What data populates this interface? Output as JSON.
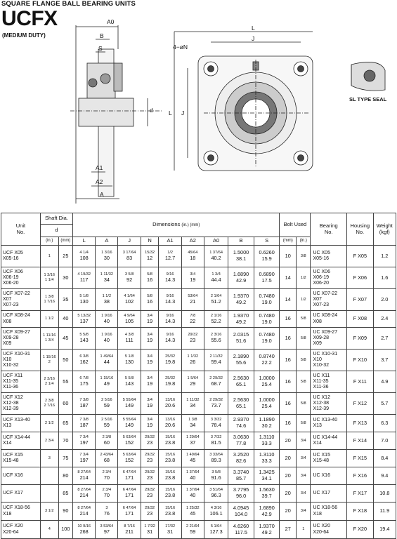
{
  "header": {
    "category": "SQUARE FLANGE BALL BEARING UNITS",
    "series": "UCFX",
    "duty": "(MEDIUM DUTY)",
    "seal_label": "SL TYPE SEAL"
  },
  "drawing_labels": {
    "A0": "A0",
    "B": "B",
    "S": "S",
    "A1": "A1",
    "A2": "A2",
    "A": "A",
    "d": "d",
    "L": "L",
    "J": "J",
    "N": "4−øN"
  },
  "table": {
    "headers": {
      "unit": "Unit",
      "unit_no": "No.",
      "shaft_dia": "Shaft Dia.",
      "shaft_d": "d",
      "dimensions": "Dimensions",
      "dim_unit": "(in.) (mm)",
      "bolt_used": "Bolt Used",
      "bearing": "Bearing",
      "bearing_no": "No.",
      "housing": "Housing",
      "housing_no": "No.",
      "weight": "Weight",
      "weight_unit": "(kgf)",
      "in": "(in.)",
      "mm": "(mm)",
      "cols": [
        "L",
        "A",
        "J",
        "N",
        "A1",
        "A2",
        "A0",
        "B",
        "S"
      ]
    },
    "rows": [
      {
        "unit": [
          "UCF X05",
          "X05-16"
        ],
        "d_in": [
          "",
          "1"
        ],
        "d_mm": "25",
        "L": [
          "4 1/4",
          "108"
        ],
        "A": [
          "1 3/16",
          "30"
        ],
        "J": [
          "3 17/64",
          "83"
        ],
        "N": [
          "15/32",
          "12"
        ],
        "A1": [
          "1/2",
          "12.7"
        ],
        "A2": [
          "45/64",
          "18"
        ],
        "A0": [
          "1 37/64",
          "40.2"
        ],
        "B": [
          "1.5000",
          "38.1"
        ],
        "S": [
          "0.6260",
          "15.9"
        ],
        "bolt_in": "",
        "bolt_mm": "10",
        "bolt_size": "3/8",
        "bearing": [
          "UC X05",
          "X05-16"
        ],
        "housing": "F X05",
        "weight": "1.2"
      },
      {
        "unit": [
          "UCF X06",
          "X06-19",
          "X06-20"
        ],
        "d_in": [
          "1 3/16",
          "1 1/4"
        ],
        "d_mm": "30",
        "L": [
          "4 19/32",
          "117"
        ],
        "A": [
          "1 11/32",
          "34"
        ],
        "J": [
          "3 5/8",
          "92"
        ],
        "N": [
          "5/8",
          "16"
        ],
        "A1": [
          "9/16",
          "14.3"
        ],
        "A2": [
          "3/4",
          "19"
        ],
        "A0": [
          "1 3/4",
          "44.4"
        ],
        "B": [
          "1.6890",
          "42.9"
        ],
        "S": [
          "0.6890",
          "17.5"
        ],
        "bolt_in": "",
        "bolt_mm": "14",
        "bolt_size": "1/2",
        "bearing": [
          "UC X06",
          "X06-19",
          "X06-20"
        ],
        "housing": "F X06",
        "weight": "1.6"
      },
      {
        "unit": [
          "UCF X07-22",
          "X07",
          "X07-23"
        ],
        "d_in": [
          "1 3/8",
          "1 7/16"
        ],
        "d_mm": "35",
        "L": [
          "5 1/8",
          "130"
        ],
        "A": [
          "1 1/2",
          "38"
        ],
        "J": [
          "4 1/64",
          "102"
        ],
        "N": [
          "5/8",
          "16"
        ],
        "A1": [
          "9/16",
          "14.3"
        ],
        "A2": [
          "53/64",
          "21"
        ],
        "A0": [
          "2 1/64",
          "51.2"
        ],
        "B": [
          "1.9370",
          "49.2"
        ],
        "S": [
          "0.7480",
          "19.0"
        ],
        "bolt_in": "",
        "bolt_mm": "14",
        "bolt_size": "1/2",
        "bearing": [
          "UC X07-22",
          "X07",
          "X07-23"
        ],
        "housing": "F X07",
        "weight": "2.0"
      },
      {
        "unit": [
          "UCF X08-24",
          "X08"
        ],
        "d_in": [
          "1 1/2",
          ""
        ],
        "d_mm": "40",
        "L": [
          "5 13/32",
          "137"
        ],
        "A": [
          "1 9/16",
          "40"
        ],
        "J": [
          "4 9/64",
          "105"
        ],
        "N": [
          "3/4",
          "19"
        ],
        "A1": [
          "9/16",
          "14.3"
        ],
        "A2": [
          "7/8",
          "22"
        ],
        "A0": [
          "2 1/16",
          "52.2"
        ],
        "B": [
          "1.9370",
          "49.2"
        ],
        "S": [
          "0.7480",
          "19.0"
        ],
        "bolt_in": "",
        "bolt_mm": "16",
        "bolt_size": "5/8",
        "bearing": [
          "UC X08-24",
          "X08"
        ],
        "housing": "F X08",
        "weight": "2.4"
      },
      {
        "unit": [
          "UCF X09-27",
          "X09-28",
          "X09"
        ],
        "d_in": [
          "1 11/16",
          "1 3/4"
        ],
        "d_mm": "45",
        "L": [
          "5 5/8",
          "143"
        ],
        "A": [
          "1 9/16",
          "40"
        ],
        "J": [
          "4 3/8",
          "111"
        ],
        "N": [
          "3/4",
          "19"
        ],
        "A1": [
          "9/16",
          "14.3"
        ],
        "A2": [
          "29/32",
          "23"
        ],
        "A0": [
          "2 3/16",
          "55.6"
        ],
        "B": [
          "2.0315",
          "51.6"
        ],
        "S": [
          "0.7480",
          "19.0"
        ],
        "bolt_in": "",
        "bolt_mm": "16",
        "bolt_size": "5/8",
        "bearing": [
          "UC X09-27",
          "X09-28",
          "X09"
        ],
        "housing": "F X09",
        "weight": "2.7"
      },
      {
        "unit": [
          "UCF X10-31",
          "X10",
          "X10-32"
        ],
        "d_in": [
          "1 15/16",
          "2"
        ],
        "d_mm": "50",
        "L": [
          "6 3/8",
          "162"
        ],
        "A": [
          "1 49/64",
          "44"
        ],
        "J": [
          "5 1/8",
          "130"
        ],
        "N": [
          "3/4",
          "19"
        ],
        "A1": [
          "25/32",
          "19.8"
        ],
        "A2": [
          "1 1/32",
          "26"
        ],
        "A0": [
          "2 11/32",
          "59.4"
        ],
        "B": [
          "2.1890",
          "55.6"
        ],
        "S": [
          "0.8740",
          "22.2"
        ],
        "bolt_in": "",
        "bolt_mm": "16",
        "bolt_size": "5/8",
        "bearing": [
          "UC X10-31",
          "X10",
          "X10-32"
        ],
        "housing": "F X10",
        "weight": "3.7"
      },
      {
        "unit": [
          "UCF X11",
          "X11-35",
          "X11-36"
        ],
        "d_in": [
          "2 3/16",
          "2 1/4"
        ],
        "d_mm": "55",
        "L": [
          "6 7/8",
          "175"
        ],
        "A": [
          "1 15/16",
          "49"
        ],
        "J": [
          "5 5/8",
          "143"
        ],
        "N": [
          "3/4",
          "19"
        ],
        "A1": [
          "25/32",
          "19.8"
        ],
        "A2": [
          "1 5/64",
          "29"
        ],
        "A0": [
          "2 29/32",
          "68.7"
        ],
        "B": [
          "2.5630",
          "65.1"
        ],
        "S": [
          "1.0000",
          "25.4"
        ],
        "bolt_in": "",
        "bolt_mm": "16",
        "bolt_size": "5/8",
        "bearing": [
          "UC X11",
          "X11-35",
          "X11-36"
        ],
        "housing": "F X11",
        "weight": "4.9"
      },
      {
        "unit": [
          "UCF X12",
          "X12-38",
          "X12-39"
        ],
        "d_in": [
          "2 3/8",
          "2 7/16"
        ],
        "d_mm": "60",
        "L": [
          "7 3/8",
          "187"
        ],
        "A": [
          "2 5/16",
          "59"
        ],
        "J": [
          "5 55/64",
          "149"
        ],
        "N": [
          "3/4",
          "19"
        ],
        "A1": [
          "13/16",
          "20.6"
        ],
        "A2": [
          "1 11/32",
          "34"
        ],
        "A0": [
          "2 29/32",
          "73.7"
        ],
        "B": [
          "2.5630",
          "65.1"
        ],
        "S": [
          "1.0000",
          "25.4"
        ],
        "bolt_in": "",
        "bolt_mm": "16",
        "bolt_size": "5/8",
        "bearing": [
          "UC X12",
          "X12-38",
          "X12-39"
        ],
        "housing": "F X12",
        "weight": "5.7"
      },
      {
        "unit": [
          "UCF X13-40",
          "X13"
        ],
        "d_in": [
          "2 1/2",
          ""
        ],
        "d_mm": "65",
        "L": [
          "7 3/8",
          "187"
        ],
        "A": [
          "2 5/16",
          "59"
        ],
        "J": [
          "5 55/64",
          "149"
        ],
        "N": [
          "3/4",
          "19"
        ],
        "A1": [
          "13/16",
          "20.6"
        ],
        "A2": [
          "1 3/8",
          "34"
        ],
        "A0": [
          "3 3/32",
          "78.4"
        ],
        "B": [
          "2.9370",
          "74.6"
        ],
        "S": [
          "1.1890",
          "30.2"
        ],
        "bolt_in": "",
        "bolt_mm": "16",
        "bolt_size": "5/8",
        "bearing": [
          "UC X13-40",
          "X13"
        ],
        "housing": "F X13",
        "weight": "6.3"
      },
      {
        "unit": [
          "UCF X14-44",
          "X14"
        ],
        "d_in": [
          "2 3/4",
          ""
        ],
        "d_mm": "70",
        "L": [
          "7 3/4",
          "197"
        ],
        "A": [
          "2 3/8",
          "60"
        ],
        "J": [
          "5 63/64",
          "152"
        ],
        "N": [
          "29/32",
          "23"
        ],
        "A1": [
          "15/16",
          "23.8"
        ],
        "A2": [
          "1 29/64",
          "37"
        ],
        "A0": [
          "3 7/32",
          "81.5"
        ],
        "B": [
          "3.0630",
          "77.8"
        ],
        "S": [
          "1.3110",
          "33.3"
        ],
        "bolt_in": "",
        "bolt_mm": "20",
        "bolt_size": "3/4",
        "bearing": [
          "UC X14-44",
          "X14"
        ],
        "housing": "F X14",
        "weight": "7.0"
      },
      {
        "unit": [
          "UCF X15",
          "X15-48"
        ],
        "d_in": [
          "",
          "3"
        ],
        "d_mm": "75",
        "L": [
          "7 3/4",
          "197"
        ],
        "A": [
          "2 43/64",
          "68"
        ],
        "J": [
          "5 63/64",
          "152"
        ],
        "N": [
          "29/32",
          "23"
        ],
        "A1": [
          "15/16",
          "23.8"
        ],
        "A2": [
          "1 49/64",
          "45"
        ],
        "A0": [
          "3 33/64",
          "89.3"
        ],
        "B": [
          "3.2520",
          "82.6"
        ],
        "S": [
          "1.3110",
          "33.3"
        ],
        "bolt_in": "",
        "bolt_mm": "20",
        "bolt_size": "3/4",
        "bearing": [
          "UC X15",
          "X15-48"
        ],
        "housing": "F X15",
        "weight": "8.4"
      },
      {
        "unit": [
          "UCF X16"
        ],
        "d_in": [
          "",
          ""
        ],
        "d_mm": "80",
        "L": [
          "8 27/64",
          "214"
        ],
        "A": [
          "2 3/4",
          "70"
        ],
        "J": [
          "6 47/64",
          "171"
        ],
        "N": [
          "29/32",
          "23"
        ],
        "A1": [
          "15/16",
          "23.8"
        ],
        "A2": [
          "1 37/64",
          "40"
        ],
        "A0": [
          "3 5/8",
          "91.6"
        ],
        "B": [
          "3.3740",
          "85.7"
        ],
        "S": [
          "1.3425",
          "34.1"
        ],
        "bolt_in": "",
        "bolt_mm": "20",
        "bolt_size": "3/4",
        "bearing": [
          "UC X16"
        ],
        "housing": "F X16",
        "weight": "9.4"
      },
      {
        "unit": [
          "UCF X17"
        ],
        "d_in": [
          "",
          ""
        ],
        "d_mm": "85",
        "L": [
          "8 27/64",
          "214"
        ],
        "A": [
          "2 3/4",
          "70"
        ],
        "J": [
          "6 47/64",
          "171"
        ],
        "N": [
          "29/32",
          "23"
        ],
        "A1": [
          "15/16",
          "23.8"
        ],
        "A2": [
          "1 37/64",
          "40"
        ],
        "A0": [
          "3 51/64",
          "96.3"
        ],
        "B": [
          "3.7795",
          "96.0"
        ],
        "S": [
          "1.5630",
          "39.7"
        ],
        "bolt_in": "",
        "bolt_mm": "20",
        "bolt_size": "3/4",
        "bearing": [
          "UC X17"
        ],
        "housing": "F X17",
        "weight": "10.8"
      },
      {
        "unit": [
          "UCF X18-56",
          "X18"
        ],
        "d_in": [
          "3 1/2",
          ""
        ],
        "d_mm": "90",
        "L": [
          "8 27/64",
          "214"
        ],
        "A": [
          "3",
          "76"
        ],
        "J": [
          "6 47/64",
          "171"
        ],
        "N": [
          "29/32",
          "23"
        ],
        "A1": [
          "15/16",
          "23.8"
        ],
        "A2": [
          "1 25/32",
          "45"
        ],
        "A0": [
          "4 3/16",
          "106.1"
        ],
        "B": [
          "4.0945",
          "104.0"
        ],
        "S": [
          "1.6890",
          "42.9"
        ],
        "bolt_in": "",
        "bolt_mm": "20",
        "bolt_size": "3/4",
        "bearing": [
          "UC X18-56",
          "X18"
        ],
        "housing": "F X18",
        "weight": "11.9"
      },
      {
        "unit": [
          "UCF X20",
          "X20-64"
        ],
        "d_in": [
          "",
          "4"
        ],
        "d_mm": "100",
        "L": [
          "10 9/16",
          "268"
        ],
        "A": [
          "3 53/64",
          "97"
        ],
        "J": [
          "8 7/16",
          "211"
        ],
        "N": [
          "1 7/32",
          "31"
        ],
        "A1": [
          "17/32",
          "31"
        ],
        "A2": [
          "2 21/64",
          "59"
        ],
        "A0": [
          "5 1/64",
          "127.3"
        ],
        "B": [
          "4.6260",
          "117.5"
        ],
        "S": [
          "1.9370",
          "49.2"
        ],
        "bolt_in": "",
        "bolt_mm": "27",
        "bolt_size": "1",
        "bearing": [
          "UC X20",
          "X20-64"
        ],
        "housing": "F X20",
        "weight": "19.4"
      }
    ]
  }
}
